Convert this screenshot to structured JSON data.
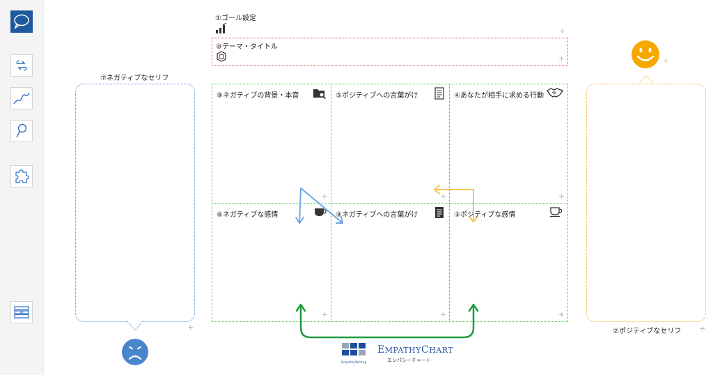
{
  "sections": {
    "goal": "①ゴール設定",
    "theme": "⑩テーマ・タイトル",
    "neg_words": "⑦ネガティブなセリフ",
    "pos_words": "②ポジティブなセリフ",
    "neg_background": "⑧ネガティブの背景・本音",
    "pos_call": "⑤ポジティブへの言葉がけ",
    "desired_action": "④あなたが相手に求める行動",
    "neg_feeling": "⑥ネガティブな感情",
    "neg_call": "⑨ネガティブへの言葉がけ",
    "pos_feeling": "③ポジティブな感情"
  },
  "add_symbol": "+",
  "brand": {
    "name_first": "E",
    "name_rest1": "MPATHY",
    "name_c": "C",
    "name_rest2": "HART",
    "kana": "エンパシーチャート",
    "small": "EmpathyWriting"
  },
  "colors": {
    "sidebar_active": "#1f5a9e",
    "theme_border": "#e04a4a",
    "grid_border": "#3ec03e",
    "negative": "#5b8fd6",
    "positive": "#f0b43c",
    "loop_arrow": "#1e9a3c",
    "brand": "#1f4e9a"
  },
  "sidebar_icons": [
    "speech-bubble-icon",
    "sync-arrows-icon",
    "trend-line-icon",
    "pin-icon",
    "puzzle-icon",
    "layout-grid-icon"
  ]
}
